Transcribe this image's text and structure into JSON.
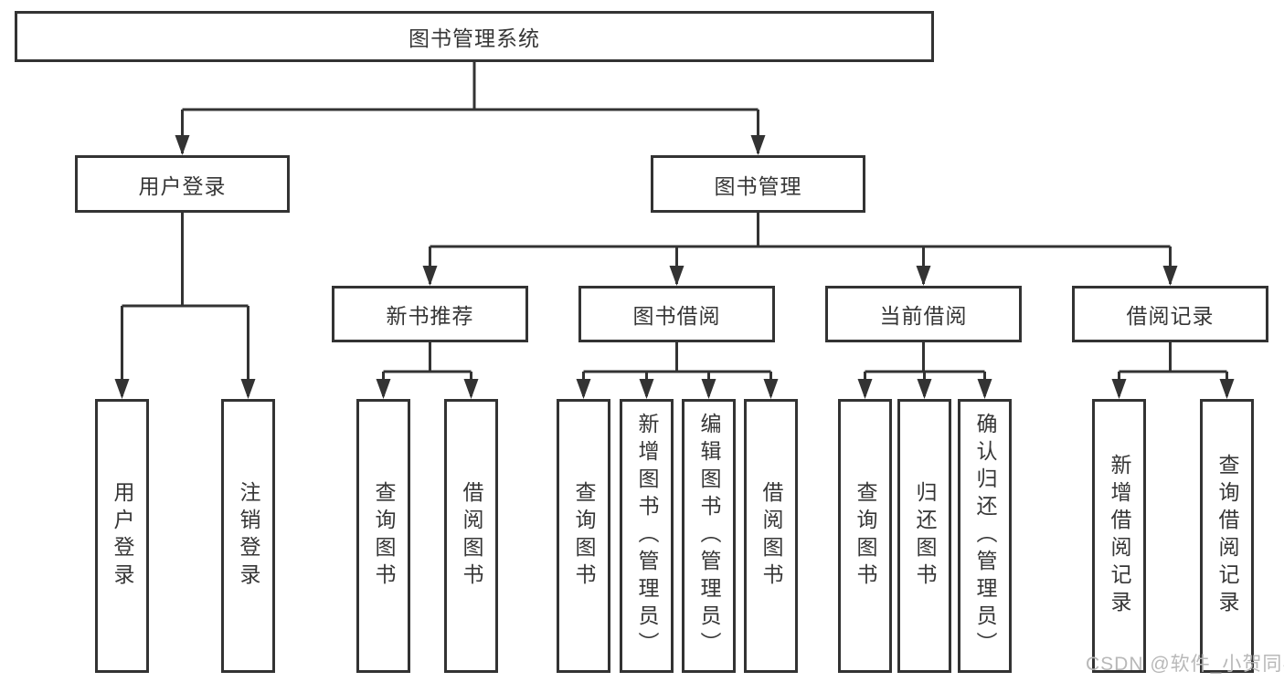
{
  "colors": {
    "background": "#ffffff",
    "line": "#333333",
    "box_border": "#333333",
    "text": "#363636",
    "watermark": "#b8b8b8"
  },
  "tree": {
    "root": {
      "label": "图书管理系统"
    },
    "children": [
      {
        "label": "用户登录",
        "children": [
          {
            "label": "用户登录"
          },
          {
            "label": "注销登录"
          }
        ]
      },
      {
        "label": "图书管理",
        "children": [
          {
            "label": "新书推荐",
            "children": [
              {
                "label": "查询图书"
              },
              {
                "label": "借阅图书"
              }
            ]
          },
          {
            "label": "图书借阅",
            "children": [
              {
                "label": "查询图书"
              },
              {
                "label": "新增图书（管理员）"
              },
              {
                "label": "编辑图书（管理员）"
              },
              {
                "label": "借阅图书"
              }
            ]
          },
          {
            "label": "当前借阅",
            "children": [
              {
                "label": "查询图书"
              },
              {
                "label": "归还图书"
              },
              {
                "label": "确认归还（管理员）"
              }
            ]
          },
          {
            "label": "借阅记录",
            "children": [
              {
                "label": "新增借阅记录"
              },
              {
                "label": "查询借阅记录"
              }
            ]
          }
        ]
      }
    ]
  },
  "watermark": {
    "text": "CSDN @软件_小贺同学"
  }
}
